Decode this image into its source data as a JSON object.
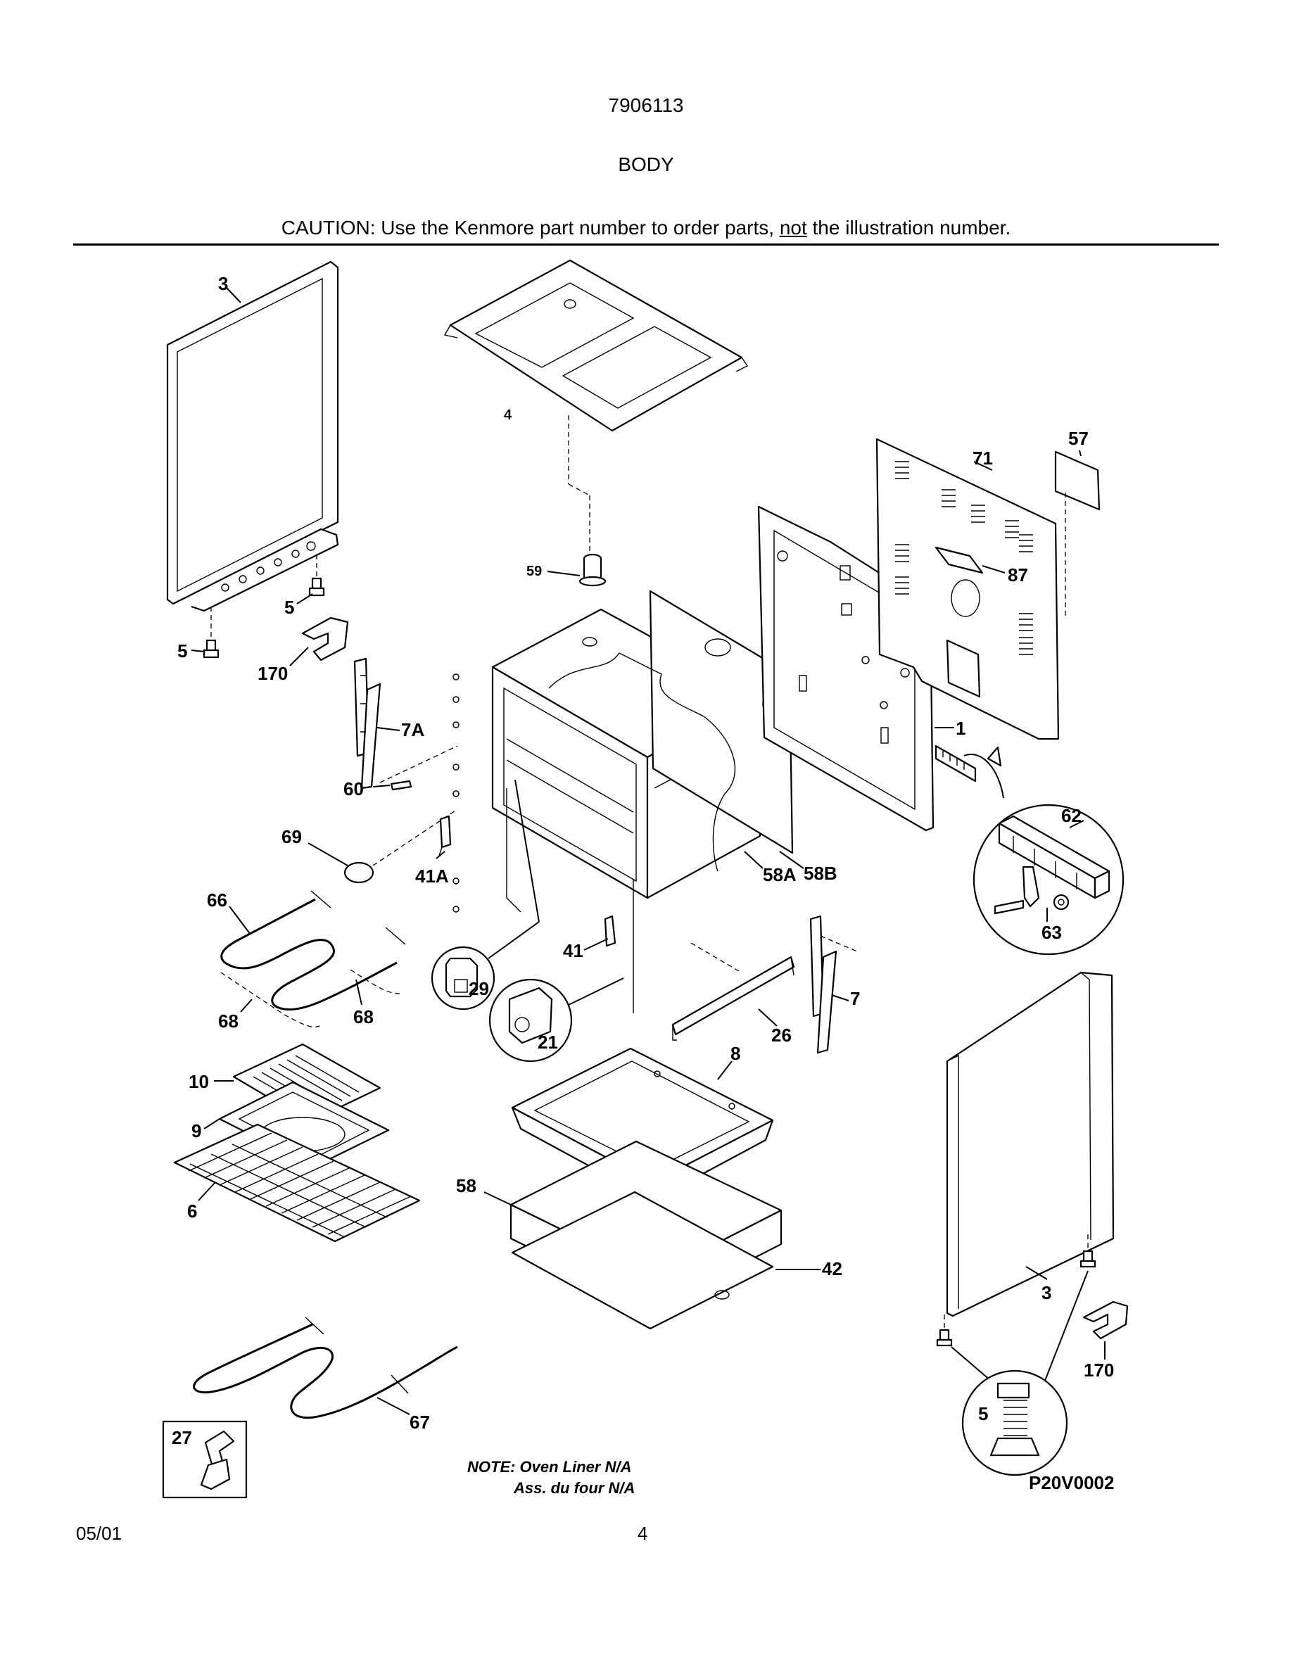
{
  "header": {
    "model_number": "7906113",
    "section_title": "BODY",
    "caution_prefix": "CAUTION: Use the Kenmore part number to order parts, ",
    "caution_emphasis": "not",
    "caution_suffix": " the illustration number."
  },
  "callouts": {
    "c3_left": "3",
    "c4": "4",
    "c5_a": "5",
    "c5_b": "5",
    "c170_left": "170",
    "c7A": "7A",
    "c60": "60",
    "c69": "69",
    "c41A": "41A",
    "c66": "66",
    "c68_a": "68",
    "c68_b": "68",
    "c29": "29",
    "c21": "21",
    "c41": "41",
    "c26": "26",
    "c7": "7",
    "c10": "10",
    "c9": "9",
    "c6": "6",
    "c8": "8",
    "c58": "58",
    "c42": "42",
    "c59": "59",
    "c58A": "58A",
    "c58B": "58B",
    "c1": "1",
    "c71": "71",
    "c57": "57",
    "c87": "87",
    "c62": "62",
    "c63": "63",
    "c3_right": "3",
    "c170_right": "170",
    "c5_detail": "5",
    "c67": "67",
    "c27": "27"
  },
  "note": {
    "line1": "NOTE: Oven Liner N/A",
    "line2": "Ass. du four N/A"
  },
  "diagram_code": "P20V0002",
  "footer": {
    "date": "05/01",
    "page": "4"
  }
}
